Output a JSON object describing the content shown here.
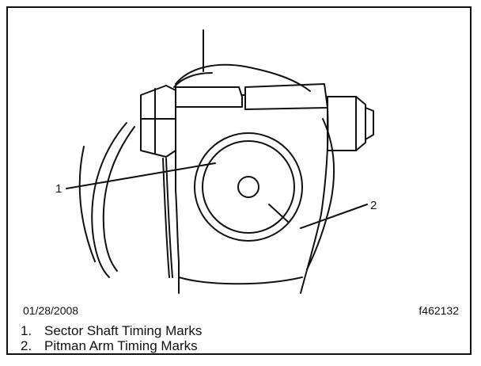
{
  "callouts": [
    {
      "number": "1"
    },
    {
      "number": "2"
    }
  ],
  "footer": {
    "date": "01/28/2008",
    "figure_id": "f462132"
  },
  "legend": [
    {
      "number": "1.",
      "text": "Sector Shaft Timing Marks"
    },
    {
      "number": "2.",
      "text": "Pitman Arm Timing Marks"
    }
  ]
}
